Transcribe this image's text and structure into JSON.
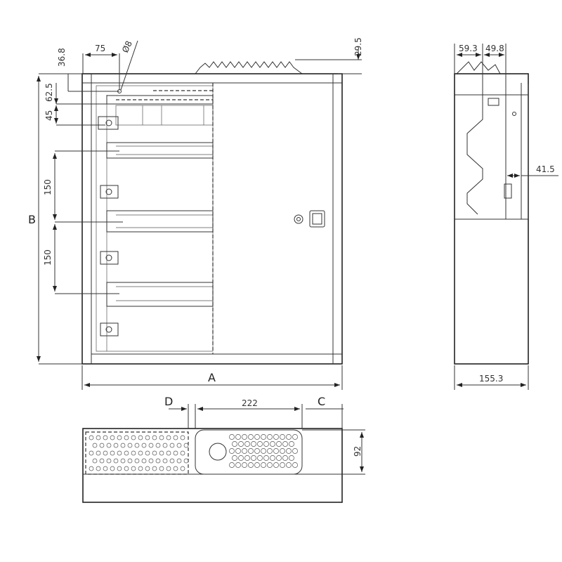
{
  "drawing": {
    "front_view": {
      "dim_top_offset": "36.8",
      "dim_hinge_spacing": "75",
      "dim_hole_diameter": "Ø8",
      "dim_vent_height": "29.5",
      "dim_first_rail": "62.5",
      "dim_rail_gap": "45",
      "dim_row_pitch_1": "150",
      "dim_row_pitch_2": "150",
      "label_height": "B",
      "label_width": "A"
    },
    "side_view": {
      "dim_depth_a": "59.3",
      "dim_depth_b": "49.8",
      "dim_door_offset": "41.5",
      "dim_total_depth": "155.3"
    },
    "bottom_view": {
      "label_d": "D",
      "dim_gland_width": "222",
      "label_c": "C",
      "dim_gland_height": "92"
    }
  }
}
